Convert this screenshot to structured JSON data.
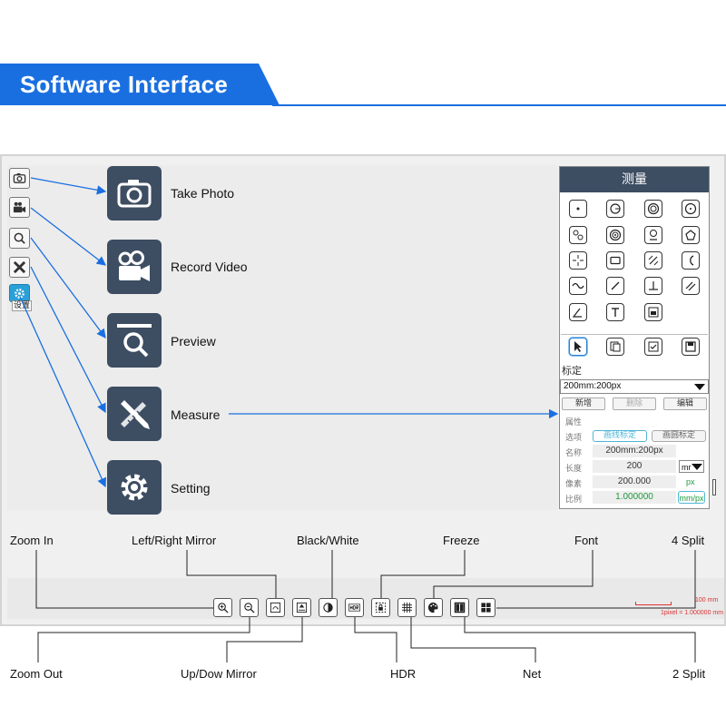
{
  "header": {
    "title": "Software Interface",
    "accent": "#1a6fe0"
  },
  "sidebar": {
    "buttons": [
      {
        "name": "camera-icon"
      },
      {
        "name": "video-camera-icon"
      },
      {
        "name": "magnifier-icon"
      },
      {
        "name": "pencil-ruler-icon"
      },
      {
        "name": "settings-gear-icon",
        "active": true
      }
    ],
    "settings_caption": "设置"
  },
  "features": [
    {
      "label": "Take Photo",
      "icon": "camera-icon"
    },
    {
      "label": "Record Video",
      "icon": "video-camera-icon"
    },
    {
      "label": "Preview",
      "icon": "magnifier-icon"
    },
    {
      "label": "Measure",
      "icon": "pencil-ruler-icon"
    },
    {
      "label": "Setting",
      "icon": "gear-icon"
    }
  ],
  "panel": {
    "title": "测量",
    "calibration_label": "标定",
    "calibration_select": "200mm:200px",
    "buttons": {
      "new": "新增",
      "delete": "删除",
      "edit": "编辑"
    },
    "attributes_title": "属性",
    "options_label": "选项",
    "option_line": "画线标定",
    "option_circle": "画圆标定",
    "name_label": "名称",
    "name_value": "200mm:200px",
    "length_label": "长度",
    "length_value": "200",
    "length_unit": "mr",
    "pixel_label": "像素",
    "pixel_value": "200.000",
    "pixel_unit": "px",
    "ratio_label": "比例",
    "ratio_value": "1.000000",
    "ratio_unit": "mm/px"
  },
  "toolbar": {
    "scale_text": "100 mm",
    "pixel_ratio_text": "1pixel = 1.000000 mm"
  },
  "callouts": {
    "zoom_in": "Zoom In",
    "lr_mirror": "Left/Right Mirror",
    "black_white": "Black/White",
    "freeze": "Freeze",
    "font": "Font",
    "split4": "4 Split",
    "zoom_out": "Zoom Out",
    "ud_mirror": "Up/Dow Mirror",
    "hdr": "HDR",
    "net": "Net",
    "split2": "2 Split"
  },
  "colors": {
    "icon_tile": "#3d4d62",
    "arrow": "#1a6fe0",
    "scale_red": "#d33333"
  }
}
